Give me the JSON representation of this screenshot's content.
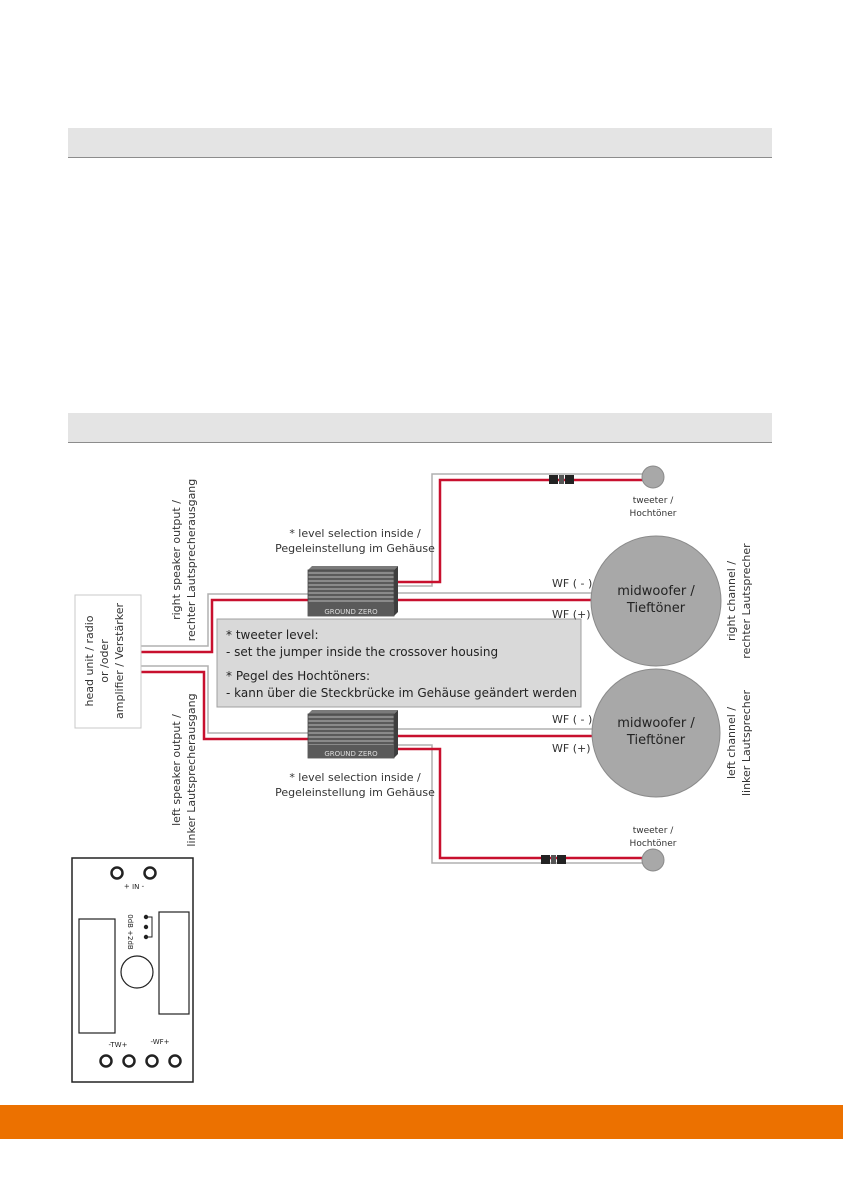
{
  "colors": {
    "wire_red": "#c8102e",
    "accent_orange": "#ec7100",
    "speaker_grey": "#a8a8a8"
  },
  "head_unit": {
    "lines": [
      "head unit / radio",
      "or /oder",
      "amplifier / Verstärker"
    ]
  },
  "right_output": {
    "lines": [
      "right speaker output /",
      "rechter Lautsprecherausgang"
    ]
  },
  "left_output": {
    "lines": [
      "left speaker output /",
      "linker Lautsprecherausgang"
    ]
  },
  "level_selection": {
    "lines": [
      "* level selection inside /",
      "Pegeleinstellung im Gehäuse"
    ]
  },
  "crossover_brand": "GROUND ZERO",
  "tweeter_label": {
    "lines": [
      "tweeter /",
      "Hochtöner"
    ]
  },
  "midwoofer_label": {
    "lines": [
      "midwoofer /",
      "Tieftöner"
    ]
  },
  "wf_minus": "WF ( - )",
  "wf_plus": "WF (+)",
  "right_channel": {
    "lines": [
      "right channel /",
      "rechter Lautsprecher"
    ]
  },
  "left_channel": {
    "lines": [
      "left channel /",
      "linker Lautsprecher"
    ]
  },
  "note": {
    "lines": [
      "* tweeter level:",
      "- set the jumper inside the crossover housing",
      "* Pegel des Hochtöners:",
      "- kann über die Steckbrücke im Gehäuse geändert werden"
    ]
  },
  "board": {
    "in_label": "- NI +",
    "db_label": "0dB +2dB",
    "tw_label": "-TW+",
    "wf_label": "-WF+"
  }
}
